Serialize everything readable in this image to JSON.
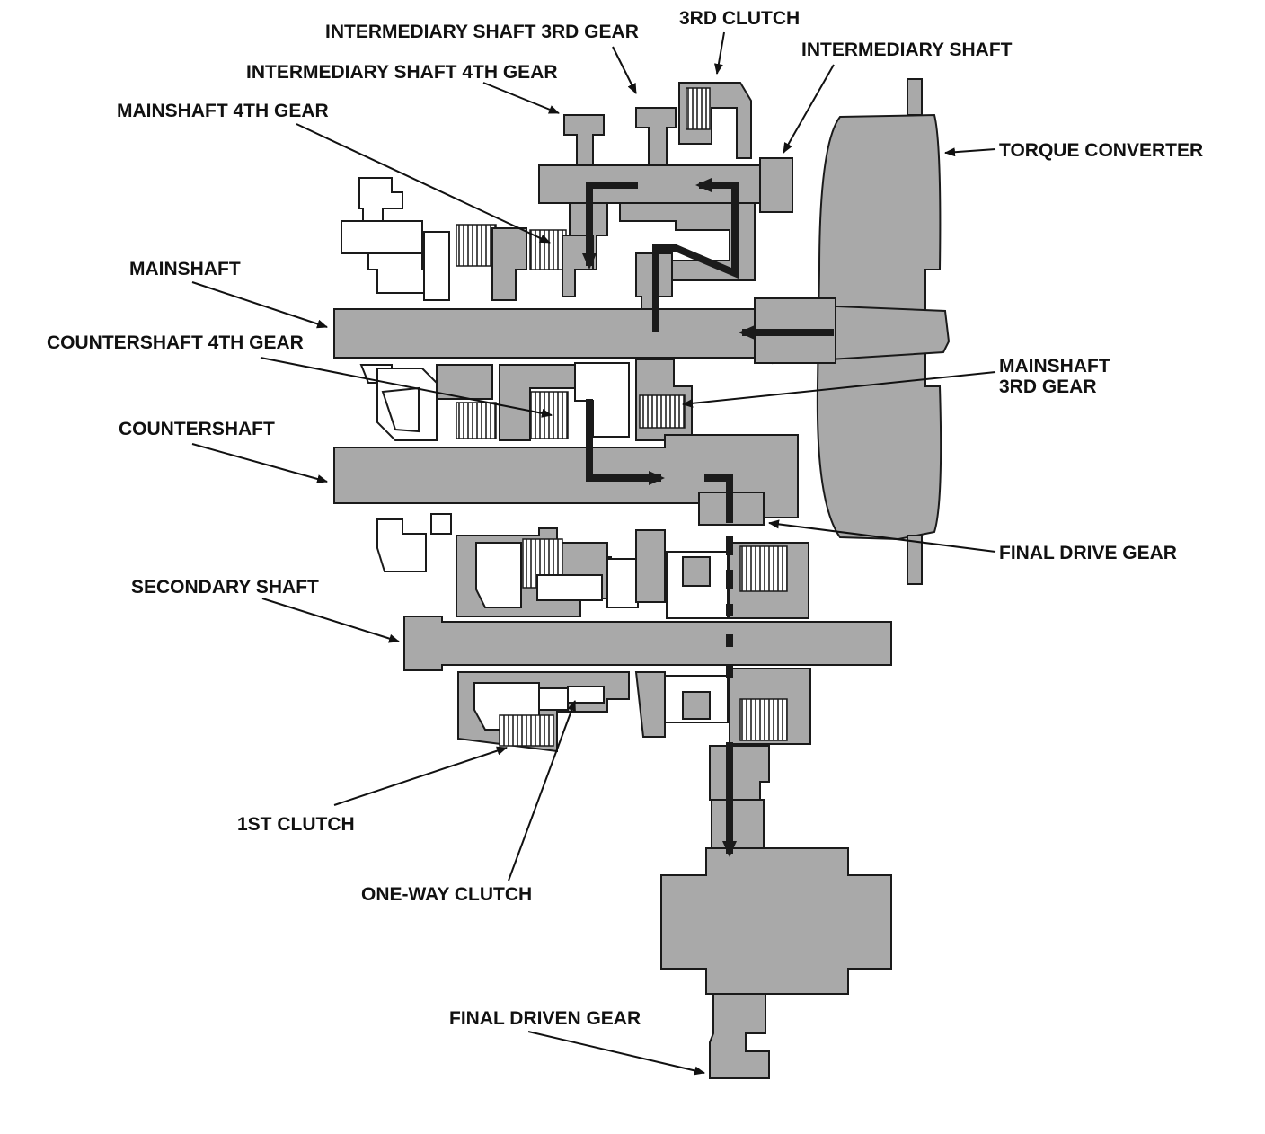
{
  "labels": {
    "intermediary_shaft_3rd_gear": "INTERMEDIARY SHAFT 3RD GEAR",
    "third_clutch": "3RD CLUTCH",
    "intermediary_shaft": "INTERMEDIARY SHAFT",
    "intermediary_shaft_4th_gear": "INTERMEDIARY SHAFT 4TH GEAR",
    "mainshaft_4th_gear": "MAINSHAFT 4TH GEAR",
    "torque_converter": "TORQUE CONVERTER",
    "mainshaft": "MAINSHAFT",
    "countershaft_4th_gear": "COUNTERSHAFT 4TH GEAR",
    "mainshaft_3rd_gear_line1": "MAINSHAFT",
    "mainshaft_3rd_gear_line2": "3RD GEAR",
    "countershaft": "COUNTERSHAFT",
    "final_drive_gear": "FINAL DRIVE GEAR",
    "secondary_shaft": "SECONDARY SHAFT",
    "first_clutch": "1ST CLUTCH",
    "one_way_clutch": "ONE-WAY CLUTCH",
    "final_driven_gear": "FINAL DRIVEN GEAR"
  },
  "colors": {
    "part_fill": "#a9a9a9",
    "ink": "#111111",
    "power_flow": "#1b1b1b"
  }
}
